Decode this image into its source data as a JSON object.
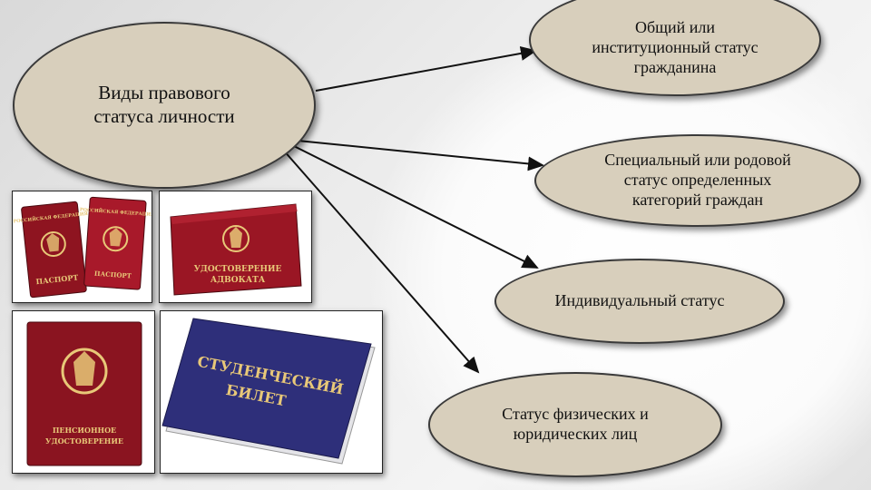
{
  "main": {
    "line1": "Виды правового",
    "line2": "статуса личности"
  },
  "statuses": [
    {
      "lines": [
        "Общий или",
        "институционный статус",
        "гражданина"
      ]
    },
    {
      "lines": [
        "Специальный или родовой",
        "статус определенных",
        "категорий граждан"
      ]
    },
    {
      "lines": [
        "Индивидуальный статус"
      ]
    },
    {
      "lines": [
        "Статус физических и",
        "юридических лиц"
      ]
    }
  ],
  "documents": {
    "passport_title": "РОССИЙСКАЯ ФЕДЕРАЦИЯ",
    "passport_word": "ПАСПОРТ",
    "lawyer_line1": "УДОСТОВЕРЕНИЕ",
    "lawyer_line2": "АДВОКАТА",
    "pension_line1": "ПЕНСИОННОЕ",
    "pension_line2": "УДОСТОВЕРЕНИЕ",
    "student_line1": "СТУДЕНЧЕСКИЙ",
    "student_line2": "БИЛЕТ"
  },
  "colors": {
    "oval_fill": "#d8cfbc",
    "passport_red": "#8e1420",
    "student_blue": "#2e2f7a",
    "gold": "#e8c878"
  }
}
